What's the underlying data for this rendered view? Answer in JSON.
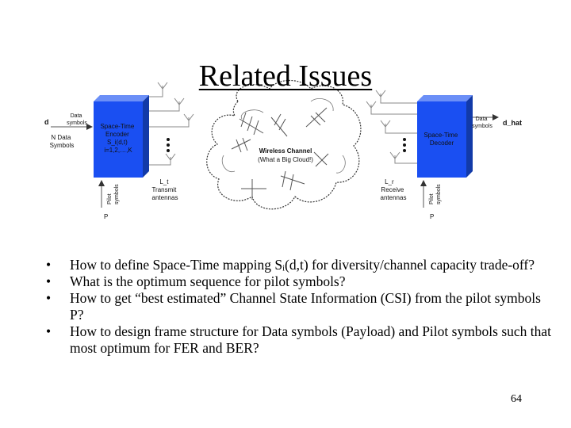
{
  "slide": {
    "title": "Related Issues",
    "page_number": "64"
  },
  "diagram": {
    "input_d": "d",
    "input_data_label": [
      "Data",
      "symbols"
    ],
    "n_data_label": [
      "N Data",
      "Symbols"
    ],
    "encoder_label": [
      "Space-Time",
      "Encoder",
      "S_i(d,t)",
      "i=1,2,…,K"
    ],
    "pilot_left_label": [
      "Pilot",
      "symbols"
    ],
    "p_left": "P",
    "transmit_label": [
      "L_t",
      "Transmit",
      "antennas"
    ],
    "cloud_label": [
      "Wireless Channel",
      "(What a Big Cloud!)"
    ],
    "receive_label": [
      "L_r",
      "Receive",
      "antennas"
    ],
    "decoder_label": [
      "Space-Time",
      "Decoder"
    ],
    "pilot_right_label": [
      "Pilot",
      "symbols"
    ],
    "p_right": "P",
    "output_data_label": [
      "Data",
      "symbols"
    ],
    "output_d_hat": "d_hat",
    "colors": {
      "block": "#1a4ff2",
      "block_side": "#123aa8",
      "block_top": "#6b8ff7"
    }
  },
  "bullets": [
    "How to define Space-Time mapping Sᵢ(d,t) for diversity/channel capacity trade-off?",
    "What is the optimum sequence for pilot symbols?",
    "How to get “best estimated” Channel State Information (CSI) from the pilot symbols P?",
    "How to design frame structure for Data symbols (Payload) and Pilot symbols such that most optimum for FER and BER?"
  ]
}
